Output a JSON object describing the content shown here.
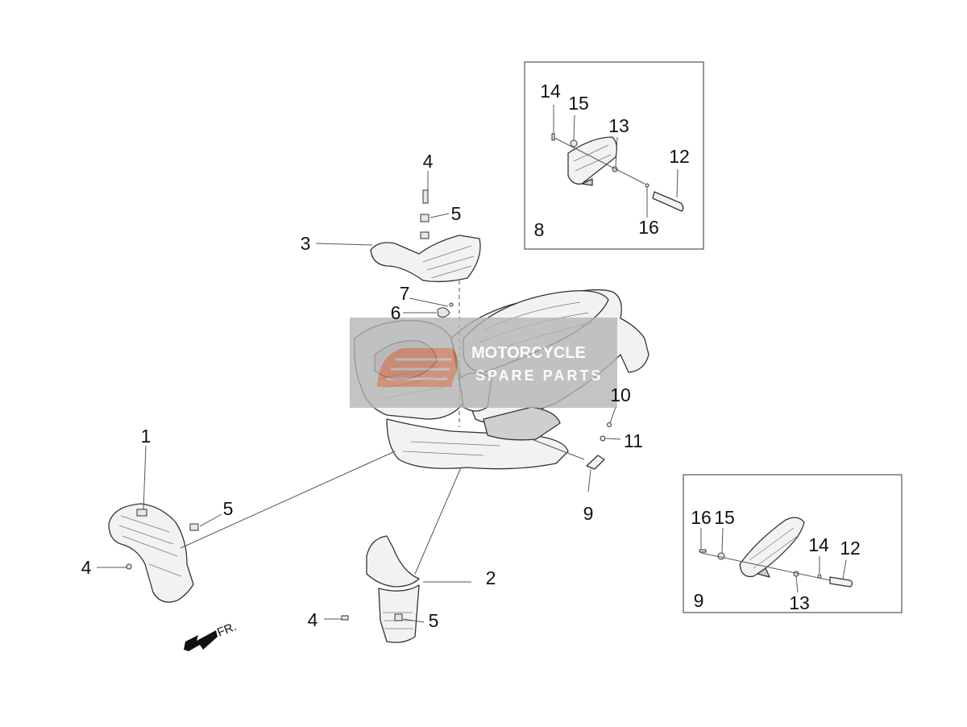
{
  "callouts": {
    "n1": "1",
    "n2": "2",
    "n3": "3",
    "n4": "4",
    "n5": "5",
    "n6": "6",
    "n7": "7",
    "n8": "8",
    "n9": "9",
    "n10": "10",
    "n11": "11",
    "n12": "12",
    "n13": "13",
    "n14": "14",
    "n15": "15",
    "n16": "16"
  },
  "direction_label": "FR.",
  "watermark": {
    "line1": "MOTORCYCLE",
    "line2": "SPARE PARTS"
  },
  "colors": {
    "line": "#333333",
    "watermark_bg": "#b4b4b4",
    "watermark_logo": "#c8795a"
  }
}
